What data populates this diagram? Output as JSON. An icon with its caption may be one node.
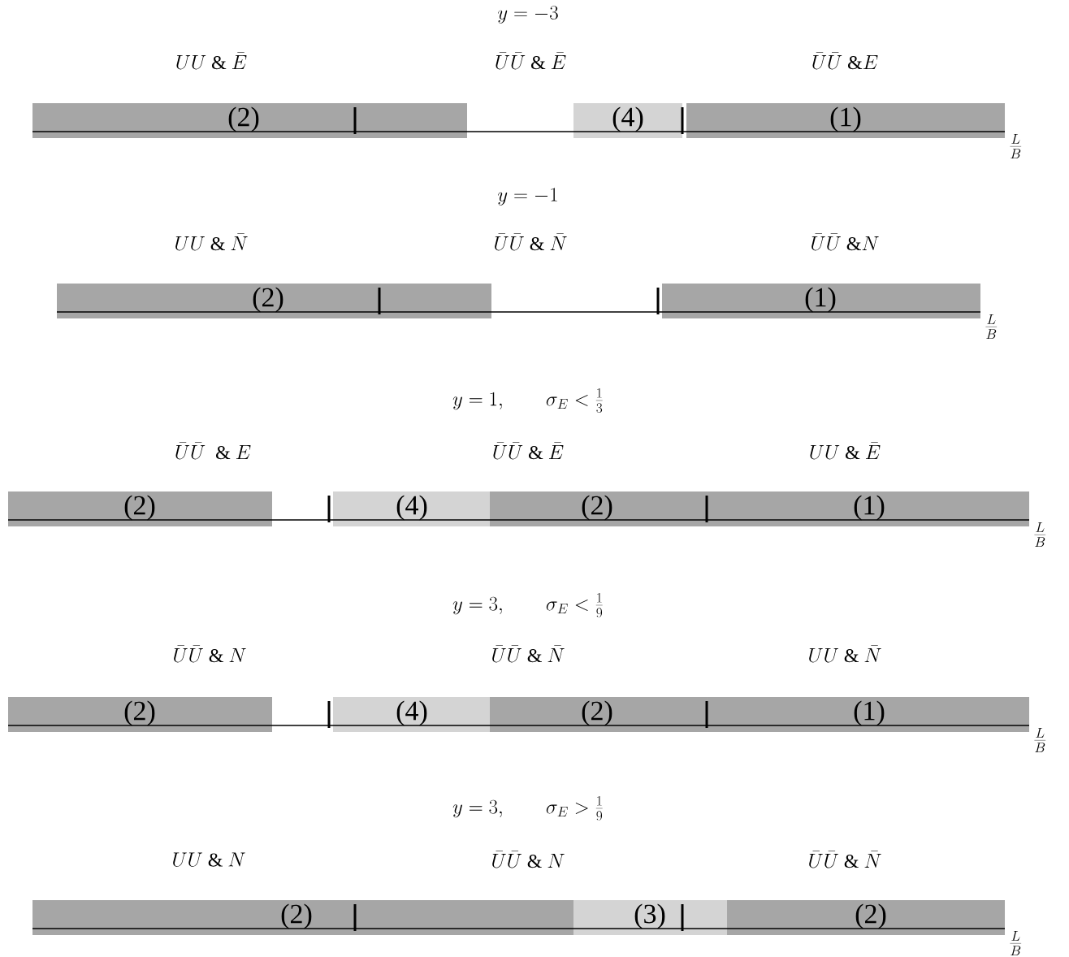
{
  "diagram": {
    "nodes": [
      {
        "text": [
          "(2)"
        ]
      },
      {
        "text": [
          "(4)"
        ]
      },
      {
        "text": [
          "(1)"
        ]
      },
      {
        "text": [
          "(2)"
        ]
      },
      {
        "text": [
          "(1)"
        ]
      },
      {
        "text": [
          "(2)"
        ]
      },
      {
        "text": [
          "(4)"
        ]
      },
      {
        "text": [
          "(2)"
        ]
      },
      {
        "text": [
          "(1)"
        ]
      },
      {
        "text": [
          "(2)"
        ]
      },
      {
        "text": [
          "(4)"
        ]
      },
      {
        "text": [
          "(2)"
        ]
      },
      {
        "text": [
          "(1)"
        ]
      },
      {
        "text": [
          "(2)"
        ]
      },
      {
        "text": [
          "(3)"
        ]
      },
      {
        "text": [
          "(2)"
        ]
      }
    ],
    "labels": [
      "y=-3",
      "UU\\ \\&\\ \\bar{E}",
      "\\bar{U}\\bar{U}\\ \\&\\ \\bar{E}",
      "\\bar{U}\\bar{U}\\ \\&E",
      "\\frac{L}{B}",
      "y=-1",
      "UU\\ \\&\\ \\bar{N}",
      "\\bar{U}\\bar{U}\\ \\&\\ \\bar{N}",
      "\\bar{U}\\bar{U}\\ \\&N",
      "\\frac{L}{B}",
      "y=1,\\qquad \\sigma_E<\\frac{1}{3}",
      "\\bar{U}\\bar{U}\\ \\ \\&\\ E",
      "\\bar{U}\\bar{U}\\ \\&\\ \\bar{E}",
      "UU\\ \\&\\ \\bar{E}",
      "\\frac{L}{B}",
      "y=3,\\qquad \\sigma_E<\\frac{1}{9}",
      "\\bar{U}\\bar{U}\\ \\&\\ N",
      "\\bar{U}\\bar{U}\\ \\&\\ \\bar{N}",
      "UU\\ \\&\\ \\bar{N}",
      "\\frac{L}{B}",
      "y=3,\\qquad \\sigma_E>\\frac{1}{9}",
      "UU\\ \\&\\ N",
      "\\bar{U}\\bar{U}\\ \\&\\ N",
      "\\bar{U}\\bar{U}\\ \\&\\ \\bar{N}",
      "\\frac{L}{B}"
    ]
  }
}
